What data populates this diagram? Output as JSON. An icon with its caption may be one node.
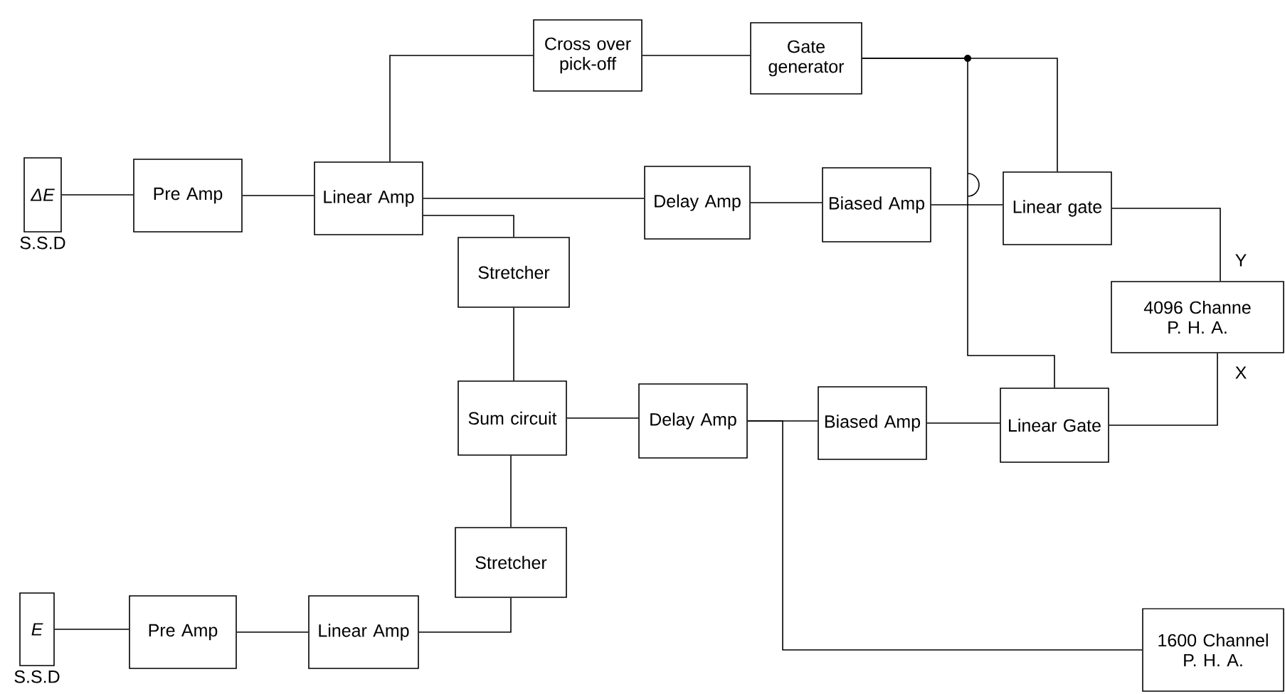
{
  "diagram": {
    "nodes": [
      {
        "text": [
          "ΔE"
        ],
        "beside": [
          "S.S.D"
        ]
      },
      {
        "text": [
          "Pre Amp"
        ]
      },
      {
        "text": [
          "Linear Amp"
        ]
      },
      {
        "text": [
          "Cross over pick-off"
        ]
      },
      {
        "text": [
          "Gate generator"
        ]
      },
      {
        "text": [
          "Delay Amp"
        ]
      },
      {
        "text": [
          "Biased Amp"
        ]
      },
      {
        "text": [
          "Linear gate"
        ]
      },
      {
        "text": [
          "Stretcher"
        ]
      },
      {
        "text": [
          "4096 Channe P. H. A."
        ]
      },
      {
        "text": [
          "Sum circuit"
        ]
      },
      {
        "text": [
          "Delay Amp"
        ]
      },
      {
        "text": [
          "Biased Amp"
        ]
      },
      {
        "text": [
          "Linear Gate"
        ]
      },
      {
        "text": [
          "Stretcher"
        ]
      },
      {
        "text": [
          "1600 Channel P. H. A."
        ]
      },
      {
        "text": [
          "E"
        ],
        "beside": [
          "S.S.D"
        ]
      },
      {
        "text": [
          "Pre Amp"
        ]
      },
      {
        "text": [
          "Linear Amp"
        ]
      }
    ],
    "edges": [
      {
        "from": 0,
        "to": 1,
        "arrow": "none"
      },
      {
        "from": 1,
        "to": 2,
        "arrow": "none"
      },
      {
        "from": 2,
        "to": 3,
        "arrow": "none"
      },
      {
        "from": 3,
        "to": 4,
        "arrow": "none"
      },
      {
        "from": 4,
        "to": 7,
        "arrow": "none"
      },
      {
        "from": 4,
        "to": 13,
        "arrow": "none"
      },
      {
        "from": 2,
        "to": 5,
        "arrow": "none"
      },
      {
        "from": 2,
        "to": 8,
        "arrow": "none"
      },
      {
        "from": 5,
        "to": 6,
        "arrow": "none"
      },
      {
        "from": 6,
        "to": 7,
        "arrow": "none"
      },
      {
        "from": 7,
        "to": 9,
        "arrow": "none",
        "label": "Y"
      },
      {
        "from": 8,
        "to": 10,
        "arrow": "none"
      },
      {
        "from": 10,
        "to": 11,
        "arrow": "none"
      },
      {
        "from": 11,
        "to": 12,
        "arrow": "none"
      },
      {
        "from": 12,
        "to": 13,
        "arrow": "none"
      },
      {
        "from": 13,
        "to": 9,
        "arrow": "none",
        "label": "X"
      },
      {
        "from": 11,
        "to": 15,
        "arrow": "none"
      },
      {
        "from": 14,
        "to": 10,
        "arrow": "none"
      },
      {
        "from": 16,
        "to": 17,
        "arrow": "none"
      },
      {
        "from": 17,
        "to": 18,
        "arrow": "none"
      },
      {
        "from": 18,
        "to": 14,
        "arrow": "none"
      }
    ]
  }
}
